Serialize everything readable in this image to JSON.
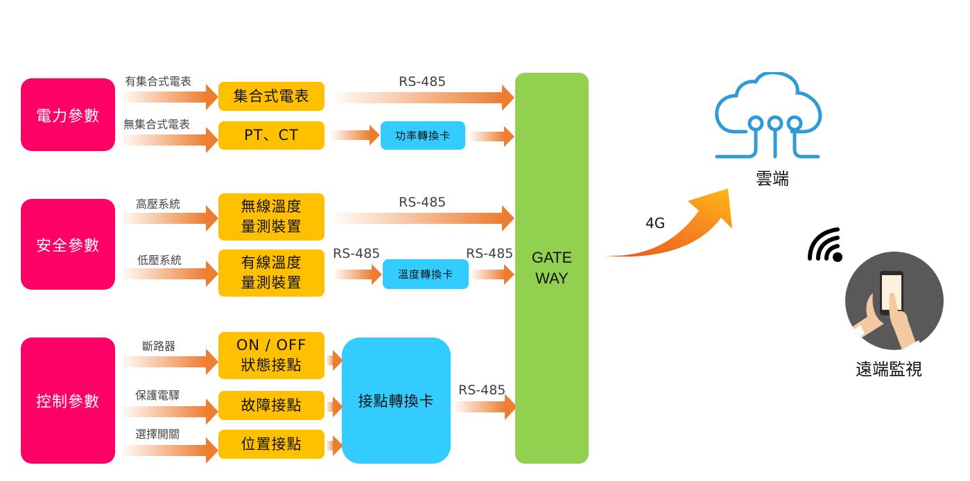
{
  "categories": [
    {
      "label": "電力參數"
    },
    {
      "label": "安全參數"
    },
    {
      "label": "控制參數"
    }
  ],
  "power": {
    "inputs": [
      "有集合式電表",
      "無集合式電表"
    ],
    "devices": [
      "集合式電表",
      "PT、CT"
    ],
    "converter": "功率轉換卡",
    "link_label": "RS-485"
  },
  "safety": {
    "inputs": [
      "高壓系統",
      "低壓系統"
    ],
    "devices": [
      {
        "line1": "無線溫度",
        "line2": "量測裝置"
      },
      {
        "line1": "有線溫度",
        "line2": "量測裝置"
      }
    ],
    "converter": "溫度轉換卡",
    "link_labels": [
      "RS-485",
      "RS-485",
      "RS-485"
    ]
  },
  "control": {
    "inputs": [
      "斷路器",
      "保護電驛",
      "選擇開關"
    ],
    "devices": [
      {
        "line1": "ON / OFF",
        "line2": "狀態接點"
      },
      {
        "line1": "故障接點",
        "line2": ""
      },
      {
        "line1": "位置接點",
        "line2": ""
      }
    ],
    "converter": "接點轉換卡",
    "link_label": "RS-485"
  },
  "gateway": {
    "line1": "GATE",
    "line2": "WAY"
  },
  "uplink": {
    "label": "4G"
  },
  "cloud": {
    "label": "雲端",
    "icon": "cloud-circuit-icon"
  },
  "remote": {
    "label": "遠端監視",
    "icon": "phone-hands-icon",
    "signal_icon": "wifi-signal-icon"
  },
  "colors": {
    "category": "#ff0066",
    "device": "#ffc000",
    "converter": "#33ccff",
    "gateway": "#92d050",
    "arrow": "#ed7d31",
    "cloud": "#2e9bd6"
  }
}
